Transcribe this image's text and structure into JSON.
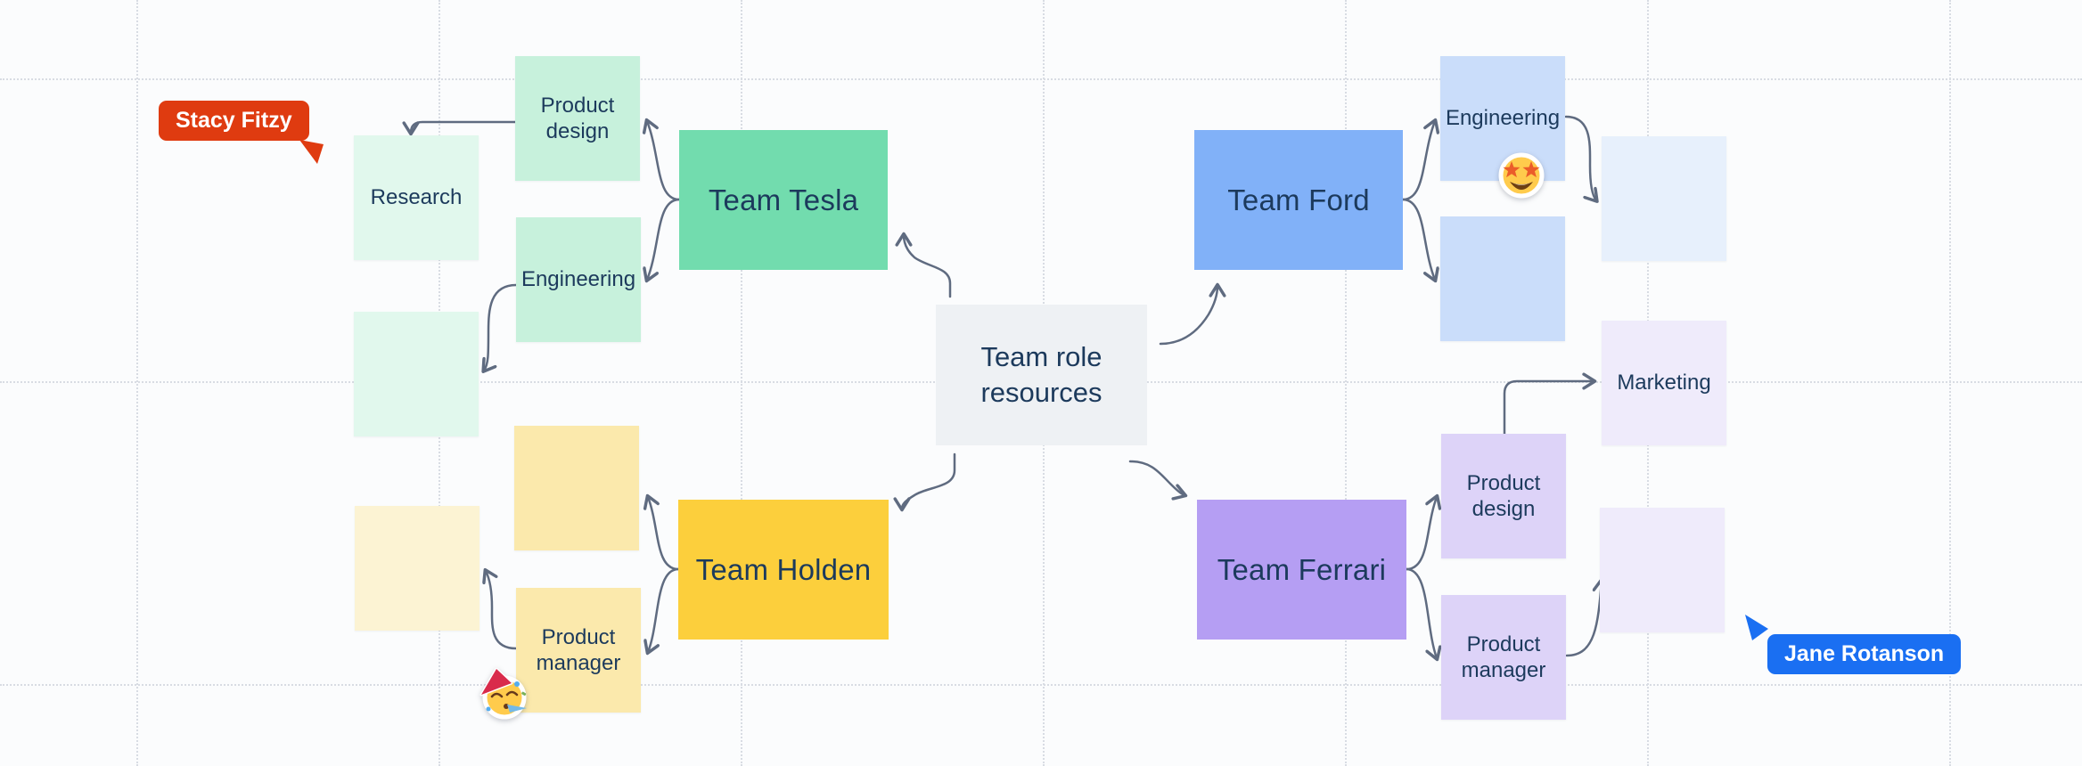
{
  "board": {
    "app": "collaborative-whiteboard",
    "center": {
      "label": "Team role resources",
      "color": "#EEF1F4"
    }
  },
  "teams": {
    "tesla": {
      "label": "Team Tesla",
      "color": "#72DCAE"
    },
    "ford": {
      "label": "Team Ford",
      "color": "#81B1F8"
    },
    "holden": {
      "label": "Team Holden",
      "color": "#FCCF3C"
    },
    "ferrari": {
      "label": "Team Ferrari",
      "color": "#B59EF3"
    }
  },
  "stickies": {
    "tesla_product_design": {
      "label": "Product design",
      "color": "#C7F1DC"
    },
    "tesla_engineering": {
      "label": "Engineering",
      "color": "#C7F1DC"
    },
    "research": {
      "label": "Research",
      "color": "#E1F8ED"
    },
    "mint_blank": {
      "label": "",
      "color": "#E1F8ED"
    },
    "holden_blank": {
      "label": "",
      "color": "#FBE9AC"
    },
    "holden_product_manager": {
      "label": "Product manager",
      "color": "#FBE9AC"
    },
    "cream_blank": {
      "label": "",
      "color": "#FCF3D3"
    },
    "ford_engineering": {
      "label": "Engineering",
      "color": "#CADDFA"
    },
    "ford_blank": {
      "label": "",
      "color": "#CADDFA"
    },
    "ford_pale_blank": {
      "label": "",
      "color": "#E7F0FC"
    },
    "ferrari_product_design": {
      "label": "Product design",
      "color": "#DDD3F8"
    },
    "ferrari_product_manager": {
      "label": "Product manager",
      "color": "#DDD3F8"
    },
    "marketing": {
      "label": "Marketing",
      "color": "#EFEBFB"
    },
    "ferrari_pale_blank": {
      "label": "",
      "color": "#EFEBFB"
    }
  },
  "cursors": {
    "stacy": {
      "name": "Stacy Fitzy",
      "color": "#DF3B10"
    },
    "jane": {
      "name": "Jane Rotanson",
      "color": "#1A6FF2"
    }
  },
  "emojis": {
    "star_struck": {
      "name": "star-struck-face"
    },
    "partying": {
      "name": "partying-face"
    }
  },
  "style": {
    "connector_color": "#5F6B80",
    "grid_color": "#D8DCE3",
    "text_color": "#1C3A5C",
    "background": "#FBFCFD"
  }
}
